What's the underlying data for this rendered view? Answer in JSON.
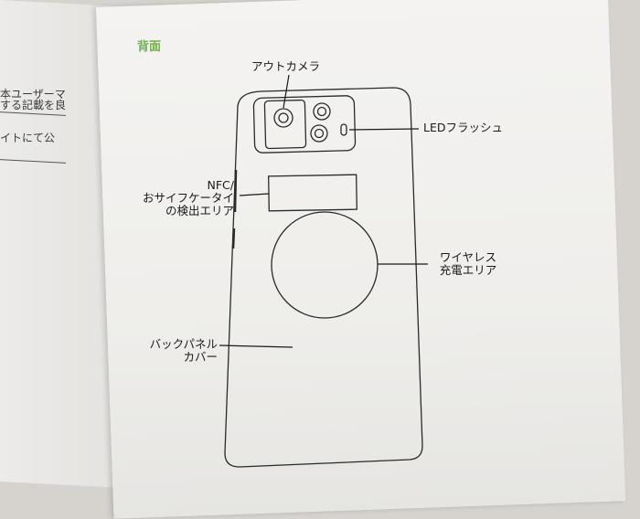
{
  "left_page": {
    "lines": [
      "本ユーザーマ",
      "する記載を良",
      "イトにて公"
    ]
  },
  "right_page": {
    "section_title": "背面",
    "labels": {
      "out_camera": "アウトカメラ",
      "led_flash": "LEDフラッシュ",
      "nfc_line1": "NFC/",
      "nfc_line2": "おサイフケータイ",
      "nfc_line3": "の検出エリア",
      "wireless_line1": "ワイヤレス",
      "wireless_line2": "充電エリア",
      "back_cover_line1": "バックパネル",
      "back_cover_line2": "カバー"
    }
  },
  "colors": {
    "section_title": "#6cb33f",
    "line_art": "#2a2a2a"
  }
}
